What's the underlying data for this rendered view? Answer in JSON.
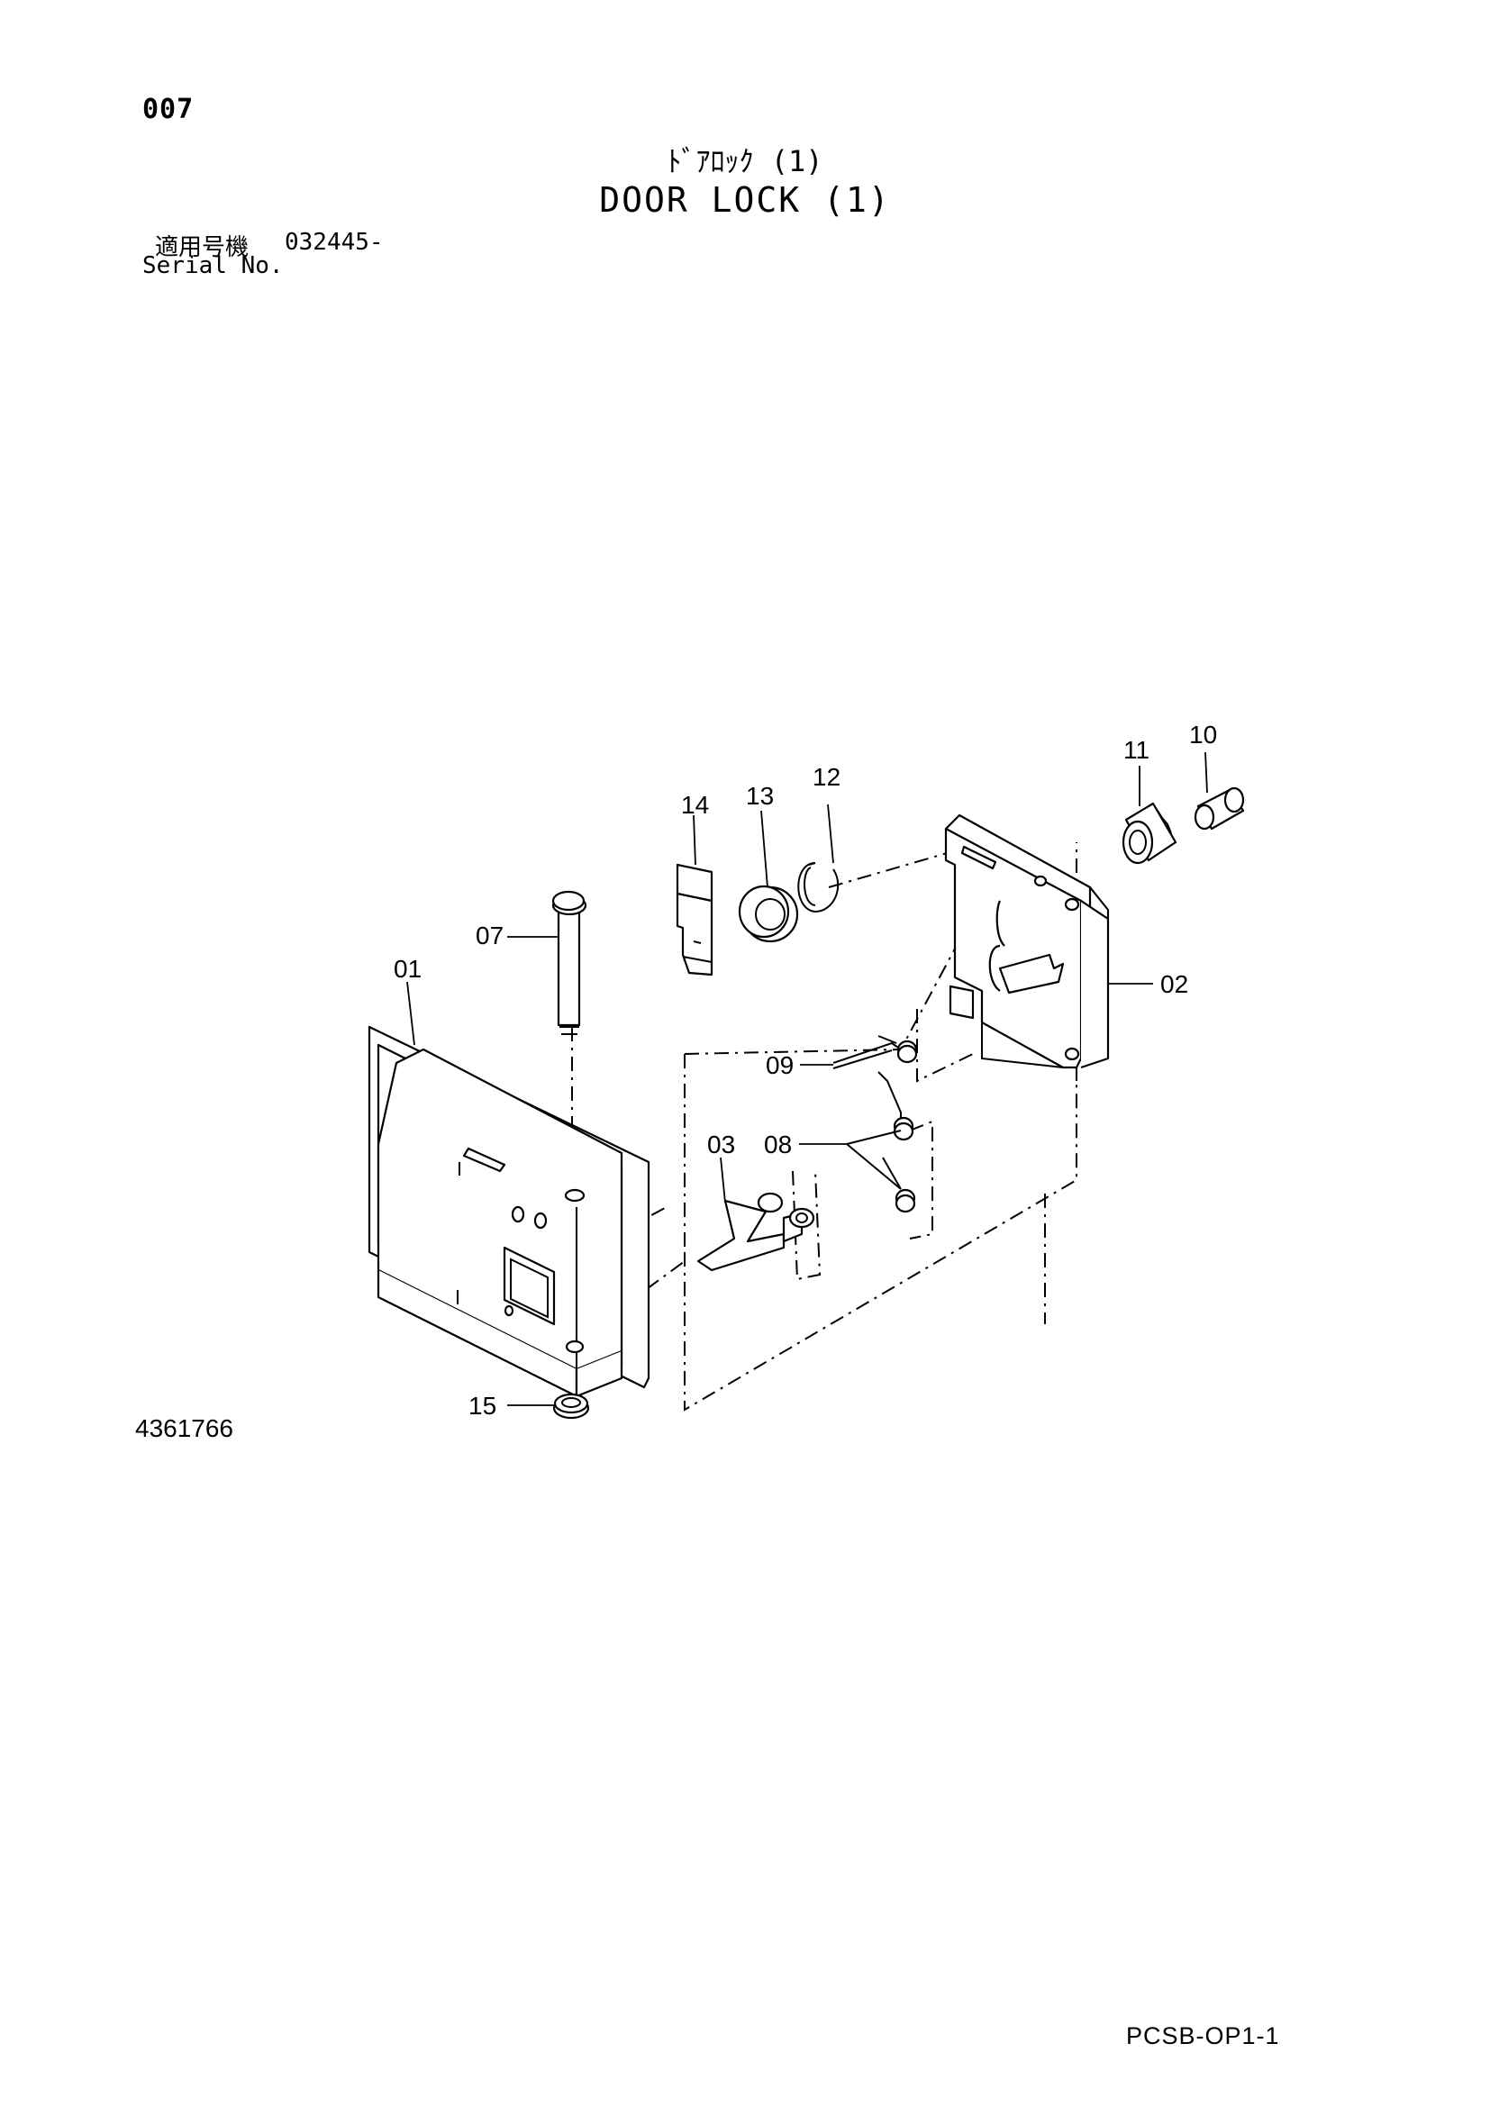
{
  "header": {
    "page_number": "007",
    "title_jp": "ﾄﾞｱﾛｯｸ (1)",
    "title_en": "DOOR LOCK (1)",
    "serial_label_jp": "適用号機",
    "serial_number": "032445-",
    "serial_label_en": "Serial No."
  },
  "diagram": {
    "callouts": [
      {
        "id": "01",
        "label": "01"
      },
      {
        "id": "02",
        "label": "02"
      },
      {
        "id": "03",
        "label": "03"
      },
      {
        "id": "07",
        "label": "07"
      },
      {
        "id": "08",
        "label": "08"
      },
      {
        "id": "09",
        "label": "09"
      },
      {
        "id": "10",
        "label": "10"
      },
      {
        "id": "11",
        "label": "11"
      },
      {
        "id": "12",
        "label": "12"
      },
      {
        "id": "13",
        "label": "13"
      },
      {
        "id": "14",
        "label": "14"
      },
      {
        "id": "15",
        "label": "15"
      }
    ]
  },
  "footer": {
    "drawing_number": "4361766",
    "sheet_code": "PCSB-OP1-1"
  }
}
